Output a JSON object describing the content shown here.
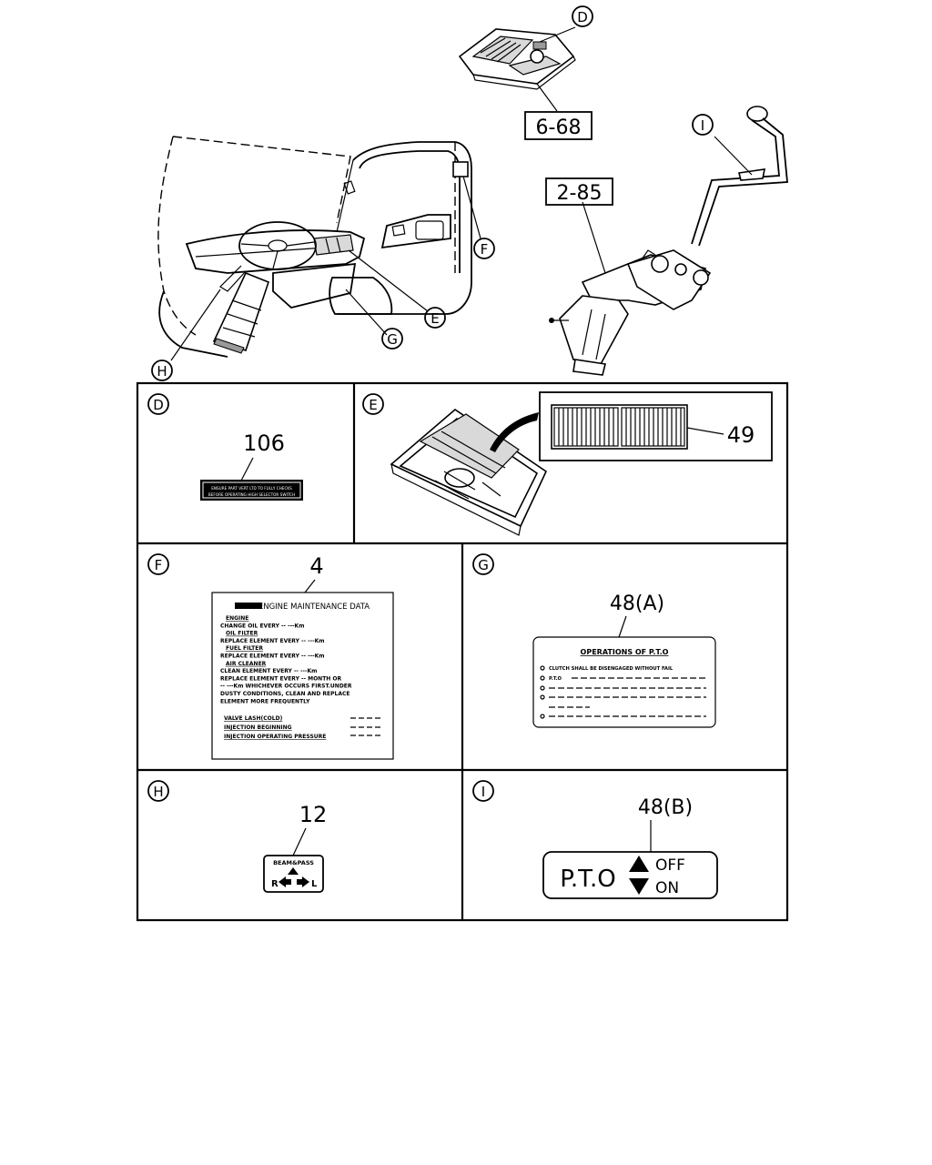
{
  "callouts": {
    "d": "D",
    "e": "E",
    "f": "F",
    "g": "G",
    "h": "H",
    "i": "I"
  },
  "refs": {
    "r668": "6-68",
    "r285": "2-85"
  },
  "panels": {
    "d": {
      "letter": "D",
      "part": "106",
      "label_line1": "ENSURE PART VERT LTD TO FULLY CHECKS",
      "label_line2": "BEFORE OPERATING HIGH SELECTOR SWITCH"
    },
    "e": {
      "letter": "E",
      "part": "49"
    },
    "f": {
      "letter": "F",
      "part": "4",
      "title": "ENGINE MAINTENANCE DATA",
      "lines": [
        {
          "text": "ENGINE",
          "u": true,
          "indent": true
        },
        {
          "text": "CHANGE OIL EVERY -- ---Km",
          "u": false,
          "indent": false
        },
        {
          "text": "OIL FILTER",
          "u": true,
          "indent": true
        },
        {
          "text": "REPLACE ELEMENT EVERY -- ---Km",
          "u": false,
          "indent": false
        },
        {
          "text": "FUEL FILTER",
          "u": true,
          "indent": true
        },
        {
          "text": "REPLACE ELEMENT EVERY -- ---Km",
          "u": false,
          "indent": false
        },
        {
          "text": "AIR CLEANER",
          "u": true,
          "indent": true
        },
        {
          "text": "CLEAN ELEMENT EVERY -- ---Km",
          "u": false,
          "indent": false
        },
        {
          "text": "REPLACE ELEMENT EVERY -- MONTH OR",
          "u": false,
          "indent": false
        },
        {
          "text": "-- ---Km WHICHEVER OCCURS FIRST.UNDER",
          "u": false,
          "indent": false
        },
        {
          "text": "DUSTY CONDITIONS, CLEAN AND REPLACE",
          "u": false,
          "indent": false
        },
        {
          "text": "ELEMENT MORE FREQUENTLY",
          "u": false,
          "indent": false
        }
      ],
      "bottom": [
        "VALVE LASH(COLD)",
        "INJECTION BEGINNING",
        "INJECTION OPERATING PRESSURE"
      ]
    },
    "g": {
      "letter": "G",
      "part": "48(A)",
      "title": "OPERATIONS OF P.T.O",
      "line1": "CLUTCH SHALL BE DISENGAGED WITHOUT FAIL",
      "line2": "P.T.O"
    },
    "h": {
      "letter": "H",
      "part": "12",
      "title": "BEAM&PASS",
      "left": "R",
      "right": "L"
    },
    "i": {
      "letter": "I",
      "part": "48(B)",
      "pto": "P.T.O",
      "off": "OFF",
      "on": "ON"
    }
  }
}
